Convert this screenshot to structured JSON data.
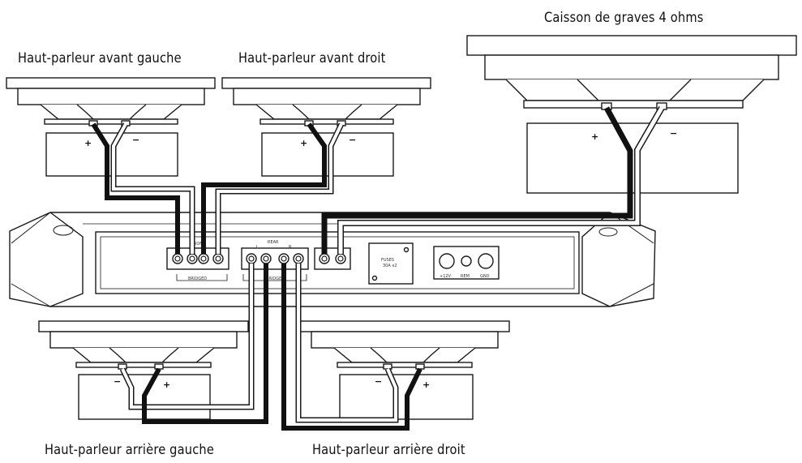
{
  "labels": {
    "front_left": "Haut-parleur avant gauche",
    "front_right": "Haut-parleur avant droit",
    "subwoofer": "Caisson de graves 4 ohms",
    "rear_left": "Haut-parleur arrière gauche",
    "rear_right": "Haut-parleur arrière droit"
  },
  "amp": {
    "front": "FRONT",
    "rear": "REAR",
    "bridged": "BRIDGED",
    "left": "L",
    "right": "R",
    "fuses": "FUSES",
    "fuse_rating": "30A x2",
    "plus12v": "+12V",
    "rem": "REM",
    "gnd": "GND"
  },
  "polarity": {
    "plus": "+",
    "minus": "−"
  },
  "colors": {
    "line": "#1a1a1a",
    "wire_black": "#111111",
    "wire_white": "#ffffff",
    "fill": "#ffffff"
  }
}
